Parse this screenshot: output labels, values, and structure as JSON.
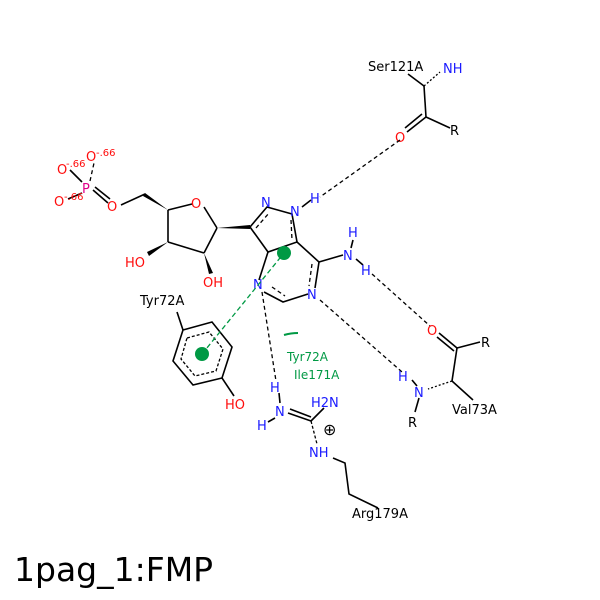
{
  "title": "1pag_1:FMP",
  "residues": {
    "ser": "Ser121A",
    "val": "Val73A",
    "arg": "Arg179A",
    "tyr": "Tyr72A",
    "tyr_pi": "Tyr72A",
    "ile": "Ile171A"
  },
  "atoms": {
    "NH": "NH",
    "N": "N",
    "H": "H",
    "O": "O",
    "R": "R",
    "HO": "HO",
    "OH": "OH",
    "P": "P",
    "H2N": "H2N",
    "NH_arg": "NH",
    "charge_plus": "⊕",
    "O_charge": "O",
    "charge": "-.66"
  },
  "colors": {
    "nitrogen": "#1a1aff",
    "oxygen": "#ff0d0d",
    "phosphorus": "#e0008a",
    "hydrophobic": "#009944"
  }
}
